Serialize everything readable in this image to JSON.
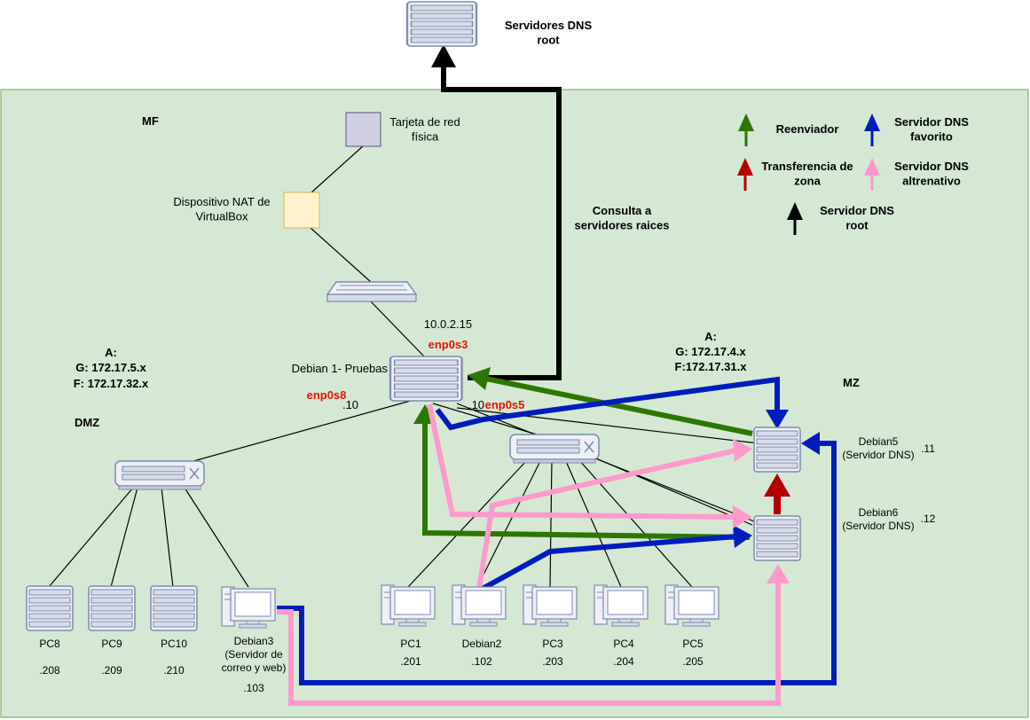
{
  "colors": {
    "zone_fill": "#d5e8d4",
    "zone_stroke": "#82b366",
    "forwarder": "#2d7600",
    "favorite_dns": "#001dbc",
    "zone_transfer": "#b20000",
    "alternate_dns": "#ff99cc",
    "root_dns": "#000000",
    "red_label": "#e51400",
    "nic_fill": "#d0cee2",
    "nat_fill": "#fff2cc",
    "device_fill": "#eef0f6",
    "device_stroke": "#7d8aad"
  },
  "top": {
    "root_servers_label": "Servidores DNS root"
  },
  "zones": {
    "mf": "MF",
    "dmz": "DMZ",
    "mz": "MZ"
  },
  "mf": {
    "nic_label": "Tarjeta de red física",
    "nat_label": "Dispositivo NAT de VirtualBox",
    "root_query_label": "Consulta a servidores raices"
  },
  "legend": {
    "forwarder": "Reenviador",
    "favorite_dns": "Servidor DNS favorito",
    "zone_transfer": "Transferencia de zona",
    "alternate_dns": "Servidor DNS altrenativo",
    "root_dns": "Servidor DNS root"
  },
  "debian1": {
    "label": "Debian 1- Pruebas",
    "ip": "10.0.2.15",
    "if_top": "enp0s3",
    "if_left": "enp0s8",
    "if_right": "enp0s5",
    "left_host": ".10",
    "right_host": ".10"
  },
  "dmz_net": {
    "a": "A:",
    "g": "G: 172.17.5.x",
    "f": "F: 172.17.32.x"
  },
  "mz_net": {
    "a": "A:",
    "g": "G:  172.17.4.x",
    "f": "F:172.17.31.x"
  },
  "dmz_hosts": [
    {
      "name": "PC8",
      "ip": ".208"
    },
    {
      "name": "PC9",
      "ip": ".209"
    },
    {
      "name": "PC10",
      "ip": ".210"
    }
  ],
  "debian3": {
    "label": "Debian3 (Servidor de correo y web)",
    "ip": ".103"
  },
  "mz_pcs": [
    {
      "name": "PC1",
      "ip": ".201"
    },
    {
      "name": "Debian2",
      "ip": ".102"
    },
    {
      "name": "PC3",
      "ip": ".203"
    },
    {
      "name": "PC4",
      "ip": ".204"
    },
    {
      "name": "PC5",
      "ip": ".205"
    }
  ],
  "debian5": {
    "label": "Debian5 (Servidor DNS)",
    "ip": ".11"
  },
  "debian6": {
    "label": "Debian6 (Servidor DNS)",
    "ip": ".12"
  }
}
